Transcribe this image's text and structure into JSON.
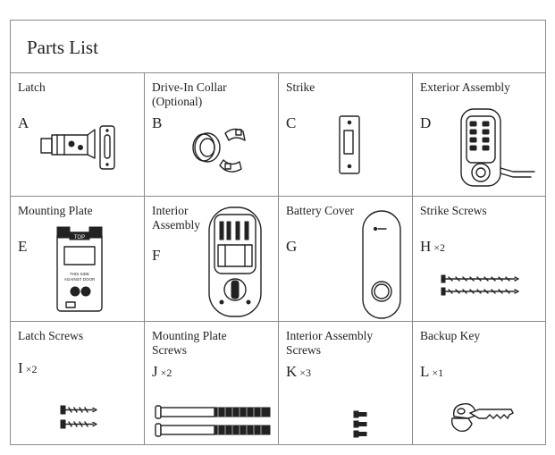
{
  "title": "Parts List",
  "parts": [
    {
      "letter": "A",
      "name": "Latch",
      "qty": "",
      "icon": "latch-icon"
    },
    {
      "letter": "B",
      "name": "Drive-In Collar\n(Optional)",
      "qty": "",
      "icon": "drive-in-collar-icon"
    },
    {
      "letter": "C",
      "name": "Strike",
      "qty": "",
      "icon": "strike-icon"
    },
    {
      "letter": "D",
      "name": "Exterior Assembly",
      "qty": "",
      "icon": "exterior-assembly-icon"
    },
    {
      "letter": "E",
      "name": "Mounting Plate",
      "qty": "",
      "icon": "mounting-plate-icon"
    },
    {
      "letter": "F",
      "name": "Interior\nAssembly",
      "qty": "",
      "icon": "interior-assembly-icon"
    },
    {
      "letter": "G",
      "name": "Battery Cover",
      "qty": "",
      "icon": "battery-cover-icon"
    },
    {
      "letter": "H",
      "name": "Strike Screws",
      "qty": "×2",
      "icon": "strike-screws-icon"
    },
    {
      "letter": "I",
      "name": "Latch Screws",
      "qty": "×2",
      "icon": "latch-screws-icon"
    },
    {
      "letter": "J",
      "name": "Mounting Plate\nScrews",
      "qty": "×2",
      "icon": "mounting-plate-screws-icon"
    },
    {
      "letter": "K",
      "name": "Interior Assembly\nScrews",
      "qty": "×3",
      "icon": "interior-assembly-screws-icon"
    },
    {
      "letter": "L",
      "name": "Backup Key",
      "qty": "×1",
      "icon": "backup-key-icon"
    }
  ],
  "plate_labels": {
    "top": "TOP",
    "side": "THIS SIDE\nAGAINST DOOR"
  }
}
